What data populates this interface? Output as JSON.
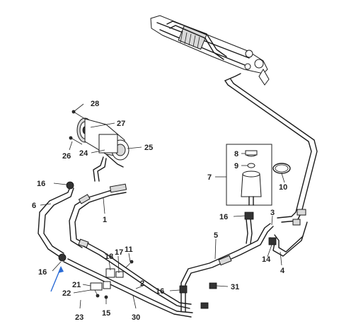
{
  "diagram": {
    "callouts": [
      {
        "id": "c28",
        "text": "28"
      },
      {
        "id": "c27",
        "text": "27"
      },
      {
        "id": "c26",
        "text": "26"
      },
      {
        "id": "c24",
        "text": "24"
      },
      {
        "id": "c25",
        "text": "25"
      },
      {
        "id": "c16a",
        "text": "16"
      },
      {
        "id": "c6",
        "text": "6"
      },
      {
        "id": "c1",
        "text": "1"
      },
      {
        "id": "c16b",
        "text": "16"
      },
      {
        "id": "c18",
        "text": "18"
      },
      {
        "id": "c17",
        "text": "17"
      },
      {
        "id": "c11",
        "text": "11"
      },
      {
        "id": "c21",
        "text": "21"
      },
      {
        "id": "c22",
        "text": "22"
      },
      {
        "id": "c23",
        "text": "23"
      },
      {
        "id": "c15",
        "text": "15"
      },
      {
        "id": "c2",
        "text": "2"
      },
      {
        "id": "c30",
        "text": "30"
      },
      {
        "id": "c16c",
        "text": "16"
      },
      {
        "id": "c31",
        "text": "31"
      },
      {
        "id": "c5",
        "text": "5"
      },
      {
        "id": "c16d",
        "text": "16"
      },
      {
        "id": "c3",
        "text": "3"
      },
      {
        "id": "c14",
        "text": "14"
      },
      {
        "id": "c4",
        "text": "4"
      },
      {
        "id": "c7",
        "text": "7"
      },
      {
        "id": "c8",
        "text": "8"
      },
      {
        "id": "c9",
        "text": "9"
      },
      {
        "id": "c10",
        "text": "10"
      }
    ],
    "highlight_color": "#2b6cd6",
    "line_color": "#1a1a1a"
  }
}
